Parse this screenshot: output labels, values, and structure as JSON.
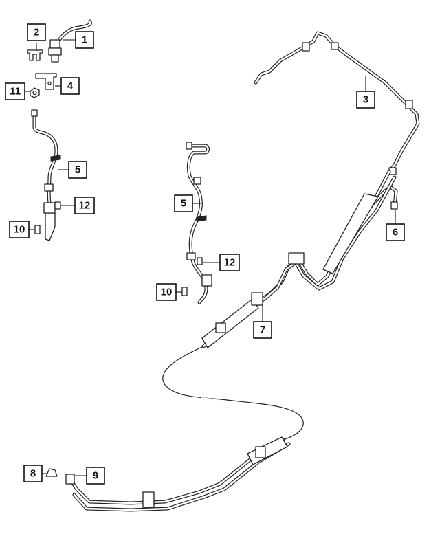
{
  "callouts": [
    {
      "label": "1"
    },
    {
      "label": "2"
    },
    {
      "label": "3"
    },
    {
      "label": "4"
    },
    {
      "label": "5"
    },
    {
      "label": "5"
    },
    {
      "label": "6"
    },
    {
      "label": "7"
    },
    {
      "label": "8"
    },
    {
      "label": "9"
    },
    {
      "label": "10"
    },
    {
      "label": "10"
    },
    {
      "label": "11"
    },
    {
      "label": "12"
    },
    {
      "label": "12"
    }
  ],
  "colors": {
    "line": "#222222",
    "background": "#ffffff"
  }
}
